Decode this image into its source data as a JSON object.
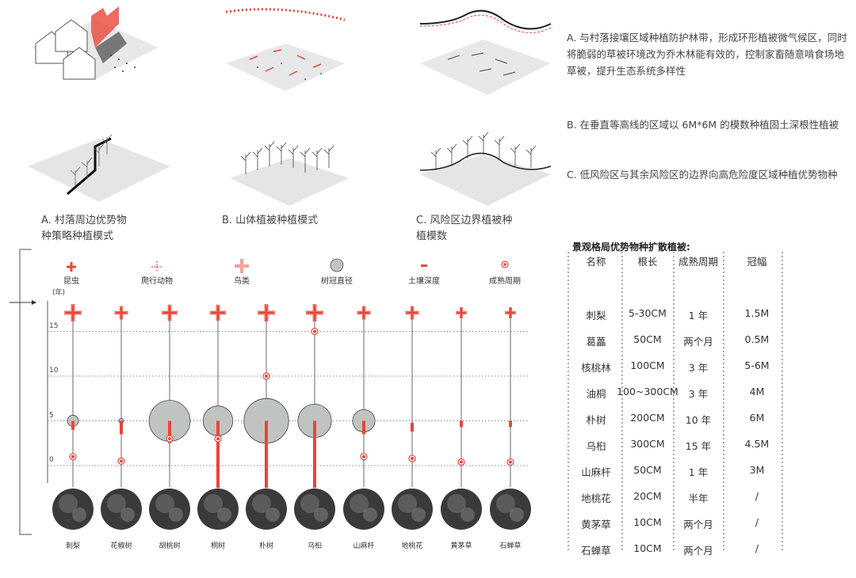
{
  "captions": [
    {
      "line1": "A. 村落周边优势物",
      "line2": "种策略种植模式"
    },
    {
      "line1": "B. 山体植被种植模式",
      "line2": ""
    },
    {
      "line1": "C. 风险区边界植被种",
      "line2": "植模数"
    }
  ],
  "descriptions": [
    {
      "text": "A. 与村落接壤区域种植防护林带，形成环形植被微气候区，同时将脆弱的草被环境改为乔木林能有效的，控制家畜随意啃食场地草被，提升生态系统多样性"
    },
    {
      "text": "B. 在垂直等高线的区域以 6M*6M 的模数种植固土深根性植被"
    },
    {
      "text": "C. 低风险区与其余风险区的边界向高危险度区域种植优势物种"
    }
  ],
  "chart_data": {
    "type": "scatter",
    "legend": [
      "昆虫",
      "爬行动物",
      "鸟类",
      "树冠直径",
      "土壤深度",
      "成熟周期"
    ],
    "ylabel": "(年)",
    "yticks": [
      0,
      5,
      10,
      15
    ],
    "ylim": [
      -2,
      17
    ],
    "categories": [
      "刺梨",
      "花椒树",
      "胡桃树",
      "桐树",
      "朴树",
      "乌桕",
      "山麻杆",
      "地桃花",
      "黄茅草",
      "石蝉草"
    ],
    "maturity_years": [
      1,
      0.5,
      3,
      3,
      10,
      15,
      1,
      0.8,
      0.4,
      0.4
    ],
    "crown_diameter_m": [
      1.5,
      0.5,
      5.5,
      4,
      6,
      4.5,
      3,
      0,
      0,
      0
    ],
    "root_top": [
      5,
      5,
      5,
      5,
      5,
      5,
      5,
      4.8,
      5,
      5
    ],
    "root_bottom": [
      4,
      3.5,
      2.5,
      -2.5,
      -2.5,
      -2.5,
      3.5,
      3.8,
      4.3,
      4.3
    ],
    "marker_size": [
      1,
      0.7,
      0.9,
      0.9,
      1,
      1,
      0.7,
      0.7,
      0.5,
      0.5
    ]
  },
  "table": {
    "title": "景观格局优势物种扩散植被:",
    "headers": [
      "名称",
      "根长",
      "成熟周期",
      "冠幅"
    ],
    "rows": [
      [
        "刺梨",
        "5-30CM",
        "1 年",
        "1.5M"
      ],
      [
        "葛藟",
        "50CM",
        "两个月",
        "0.5M"
      ],
      [
        "核桃林",
        "100CM",
        "3 年",
        "5-6M"
      ],
      [
        "油桐",
        "100~300CM",
        "3 年",
        "4M"
      ],
      [
        "朴树",
        "200CM",
        "10 年",
        "6M"
      ],
      [
        "乌桕",
        "300CM",
        "15 年",
        "4.5M"
      ],
      [
        "山麻杆",
        "50CM",
        "1 年",
        "3M"
      ],
      [
        "地桃花",
        "20CM",
        "半年",
        "/"
      ],
      [
        "黄茅草",
        "10CM",
        "两个月",
        "/"
      ],
      [
        "石蝉草",
        "10CM",
        "两个月",
        "/"
      ]
    ]
  },
  "colors": {
    "accent": "#e8463a",
    "grey": "#bfc4c1",
    "line": "#555555"
  }
}
